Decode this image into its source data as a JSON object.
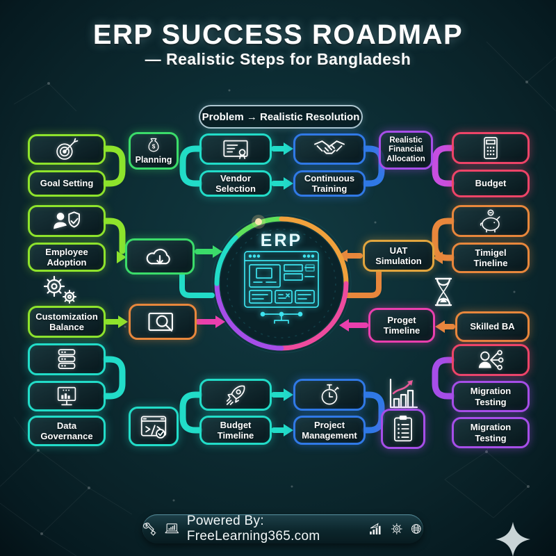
{
  "title": {
    "line1": "ERP SUCCESS ROADMAP",
    "line2": "— Realistic Steps for Bangladesh"
  },
  "banner": {
    "text": "Problem → Realistic Resolution"
  },
  "center": {
    "label": "ERP",
    "icon": "erp-dashboard-illustration"
  },
  "labels": {
    "goal_setting": "Goal Setting",
    "employee_adoption": "Employee Adoption",
    "customization_balance": "Customization Balance",
    "data_governance": "Data Governance",
    "planning": "Planning",
    "vendor_selection": "Vendor Selection",
    "continuous_training": "Continuous Training",
    "realistic_financial_allocation": "Realistic Financial Allocation",
    "budget": "Budget",
    "uat_simulation": "UAT Simulation",
    "timigel_tineline": "Timigel Tineline",
    "skilled_ba": "Skilled BA",
    "proget_timeline": "Proget Timeline",
    "migration_testing_a": "Migration Testing",
    "migration_testing_b": "Migration Testing",
    "budget_timeline": "Budget Timeline",
    "project_management": "Project Management"
  },
  "footer": {
    "text": "Powered By: FreeLearning365.com",
    "icons": [
      "wrench-gear-icon",
      "laptop-chart-icon",
      "signal-bars-icon",
      "gear-icon",
      "globe-icon"
    ]
  },
  "icons": [
    "target-icon",
    "user-shield-icon",
    "gears-icon",
    "database-icon",
    "monitor-icon",
    "moneybag-icon",
    "cloud-download-icon",
    "search-image-icon",
    "code-check-icon",
    "certificate-icon",
    "handshake-icon",
    "calculator-icon",
    "piggy-bank-icon",
    "hourglass-icon",
    "user-network-icon",
    "rocket-icon",
    "stopwatch-icon",
    "growth-chart-icon",
    "clipboard-icon",
    "sparkle-icon"
  ],
  "colors": {
    "lime": "#8ee32c",
    "green": "#3bdc6a",
    "teal": "#22dcc8",
    "cyan": "#35e0f0",
    "blue": "#3079e6",
    "orange": "#e8873c",
    "amber": "#e2a53e",
    "pink": "#ea3fae",
    "crimson": "#ee4468",
    "magenta": "#c94fe0",
    "purple": "#a64ee8",
    "background": "#0a2329"
  }
}
